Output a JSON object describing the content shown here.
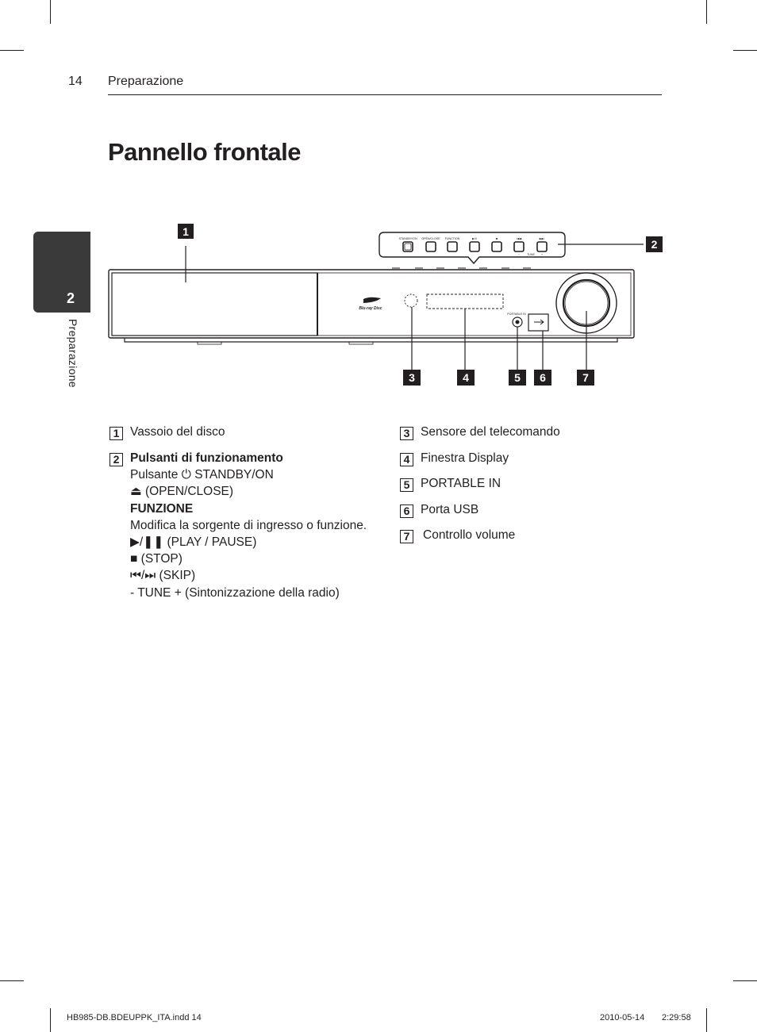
{
  "header": {
    "page_number": "14",
    "running_head": "Preparazione"
  },
  "title": "Pannello frontale",
  "side_tab": {
    "number": "2",
    "label": "Preparazione"
  },
  "diagram": {
    "callouts": [
      "1",
      "2",
      "3",
      "4",
      "5",
      "6",
      "7"
    ],
    "button_labels": [
      "STANDBY/ON",
      "OPEN/CLOSE",
      "FUNCTION",
      "▶/II",
      "■",
      "I◀◀",
      "▶▶I"
    ],
    "tune_label": "TUNE",
    "tune_minus": "−",
    "tune_plus": "+",
    "portable_label": "PORTABLE IN",
    "bluray_logo": "Blu-ray Disc"
  },
  "legend_left": [
    {
      "num": "1",
      "lines": [
        "Vassoio del disco"
      ]
    },
    {
      "num": "2",
      "title": "Pulsanti di funzionamento",
      "lines": [
        "Pulsante ⏻ STANDBY/ON",
        "⏏ (OPEN/CLOSE)",
        "FUNZIONE",
        "Modifica la sorgente di ingresso o funzione.",
        "▶/❚❚ (PLAY / PAUSE)",
        "■ (STOP)",
        "⏮/⏭ (SKIP)",
        "- TUNE + (Sintonizzazione della radio)"
      ]
    }
  ],
  "legend_right": [
    {
      "num": "3",
      "text": "Sensore del telecomando"
    },
    {
      "num": "4",
      "text": "Finestra Display"
    },
    {
      "num": "5",
      "text": "PORTABLE IN"
    },
    {
      "num": "6",
      "text": "Porta USB"
    },
    {
      "num": "7",
      "text": "Controllo volume"
    }
  ],
  "footer": {
    "file": "HB985-DB.BDEUPPK_ITA.indd   14",
    "date": "2010-05-14",
    "time": "2:29:58"
  }
}
